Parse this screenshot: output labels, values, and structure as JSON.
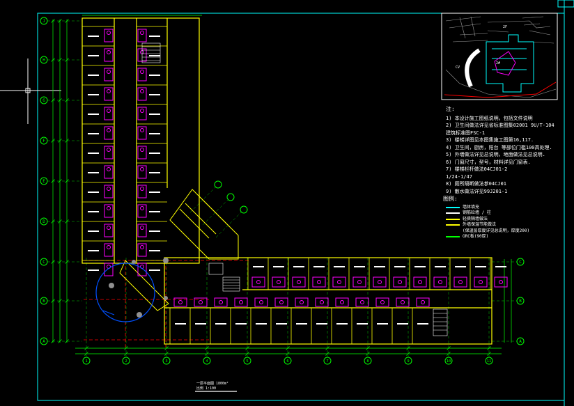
{
  "drawing": {
    "colors": {
      "border": "#00ffff",
      "wall": "#ffff00",
      "grid_axis": "#00ff00",
      "dim": "#00ff00",
      "room_text": "#ffffff",
      "fixture": "#ff00ff",
      "red_axis": "#ff0000",
      "stair": "#ffffff",
      "blue_circle": "#0050ff"
    },
    "row_axes": [
      "J",
      "H",
      "G",
      "F",
      "E",
      "D",
      "C",
      "B",
      "A"
    ],
    "col_axes": [
      "1",
      "2",
      "3",
      "4",
      "5",
      "6",
      "7",
      "8",
      "9",
      "10",
      "11"
    ]
  },
  "notes": {
    "heading": "注:",
    "lines": [
      "1) 本设计施工图纸说明，包括文件说明",
      "2) 卫生间做法详见省标准图集02001 9U/T-104",
      "   建筑标准图FSC-1",
      "3) 楼梯详图见本图集施工图第16,117.",
      "4) 卫生间，厨房，阳台 等部位门槛100高处理.",
      "5) 外墙做法详见总说明，地面做法见总说明.",
      "6) 门窗尺寸，型号，材料详见门窗表.",
      "7) 楼梯栏杆做法04CJ01-2",
      "   1/24-1/47",
      "8) 厕所隔断做法参04CJ01",
      "9) 散水做法详见99J201-1"
    ]
  },
  "legend": {
    "heading": "图例:",
    "items": [
      {
        "label": "墙体填充",
        "color": "#00ffff"
      },
      {
        "label": "钢筋砼墙 / 柱",
        "color": "#ffffff"
      },
      {
        "label": "轻质隔墙做法",
        "color": "#ffff00"
      },
      {
        "label": "外墙保温节能做法",
        "color": "#ffff00"
      },
      {
        "label": "(保温层厚度详见总说明，厚度200)",
        "color": ""
      },
      {
        "label": "GRC板(90厚)",
        "color": "#00ff00"
      }
    ]
  },
  "footer": {
    "line1": "一层平面图 1800m²",
    "line2": "比例 1:100"
  }
}
